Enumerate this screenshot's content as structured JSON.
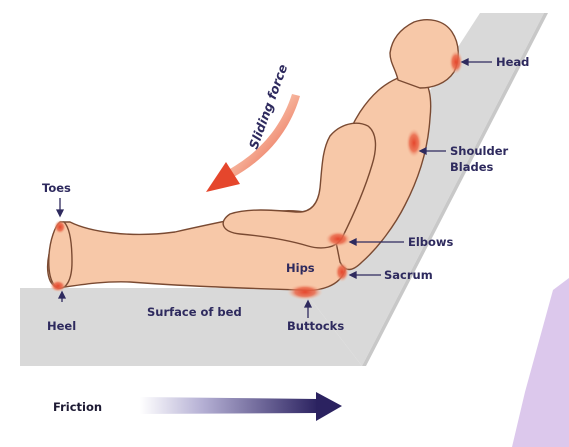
{
  "sliding_force_label": "Sliding force",
  "friction_label": "Friction",
  "surface_label": "Surface of bed",
  "labels": {
    "head": "Head",
    "shoulder_line1": "Shoulder",
    "shoulder_line2": "Blades",
    "elbows": "Elbows",
    "hips": "Hips",
    "sacrum": "Sacrum",
    "buttocks": "Buttocks",
    "heel": "Heel",
    "toes": "Toes"
  },
  "colors": {
    "skin": "#f7c8a8",
    "outline": "#7a4a32",
    "bed": "#d9d9d9",
    "pressure": "#e5462c",
    "label": "#2e2a5e",
    "accent_lavender": "#dcc8ec",
    "friction_arrow": "#2b2260"
  }
}
